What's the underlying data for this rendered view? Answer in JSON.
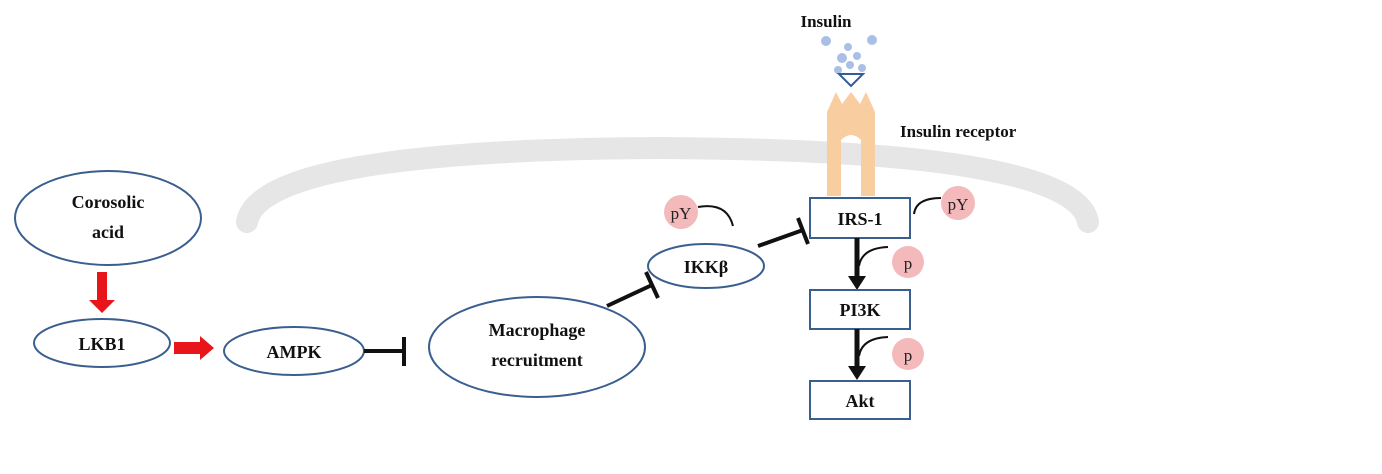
{
  "colors": {
    "node_border": "#3a5f8f",
    "activation_arrow": "#e8151b",
    "inhibition": "#111111",
    "membrane": "#e6e6e6",
    "receptor": "#f8ceA0",
    "insulin_dots": "#a9bfe6",
    "phospho_badge": "#f3b9bb",
    "label_text": "#111111"
  },
  "labels": {
    "insulin": "Insulin",
    "insulin_receptor": "Insulin receptor"
  },
  "nodes": {
    "corosolic_acid": [
      "Corosolic",
      "acid"
    ],
    "lkb1": "LKB1",
    "ampk": "AMPK",
    "macrophage": [
      "Macrophage",
      "recruitment"
    ],
    "ikkb": "IKKβ",
    "irs1": "IRS-1",
    "pi3k": "PI3K",
    "akt": "Akt"
  },
  "badges": {
    "ikkb_phospho": "pY",
    "irs1_phospho": "pY",
    "pi3k_phospho": "p",
    "akt_phospho": "p"
  },
  "icons": {
    "activation": "red-block-arrow-icon",
    "inhibition": "t-bar-inhibition-icon",
    "phosphorylation": "arrow-with-hook-icon"
  }
}
